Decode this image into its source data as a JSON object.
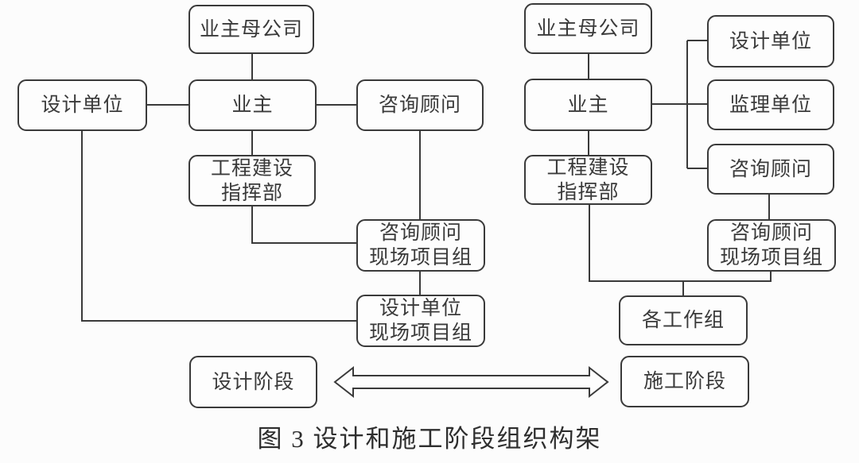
{
  "diagram": {
    "left": {
      "parent_company": "业主母公司",
      "design_unit": "设计单位",
      "owner": "业主",
      "consultant": "咨询顾问",
      "construction_hq": "工程建设\n指挥部",
      "consultant_site_team": "咨询顾问\n现场项目组",
      "design_site_team": "设计单位\n现场项目组",
      "phase_label": "设计阶段"
    },
    "right": {
      "parent_company": "业主母公司",
      "owner": "业主",
      "design_unit": "设计单位",
      "supervision_unit": "监理单位",
      "consultant": "咨询顾问",
      "construction_hq": "工程建设\n指挥部",
      "consultant_site_team": "咨询顾问\n现场项目组",
      "work_groups": "各工作组",
      "phase_label": "施工阶段"
    },
    "caption": "图 3  设计和施工阶段组织构架",
    "colors": {
      "line": "#3a3a3a",
      "box_border": "#3a3a3a",
      "box_fill": "#fdfdfd",
      "background": "#fcfcfc",
      "caption_text": "#2e2e2e"
    }
  }
}
